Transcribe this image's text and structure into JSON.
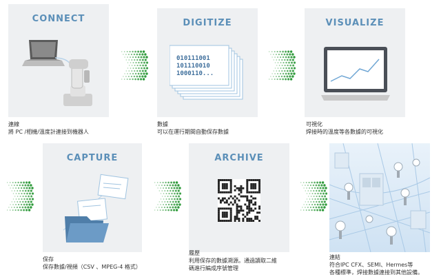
{
  "steps": [
    {
      "title": "CONNECT",
      "caption_title": "連線",
      "caption_lines": [
        "將 PC /相機/溫度計連接到機器人"
      ]
    },
    {
      "title": "DIGITIZE",
      "caption_title": "數據",
      "caption_lines": [
        "可以在運行期間自動保存數據"
      ],
      "binary_lines": [
        "010111001",
        "101110010",
        "1000110..."
      ]
    },
    {
      "title": "VISUALIZE",
      "caption_title": "可視化",
      "caption_lines": [
        "焊接時的溫度等各數據的可視化"
      ]
    },
    {
      "title": "CAPTURE",
      "caption_title": "保存",
      "caption_lines": [
        "保存數據/視頻（CSV 、MPEG-4 格式）"
      ]
    },
    {
      "title": "ARCHIVE",
      "caption_title": "履歷",
      "caption_lines": [
        "利用保存的數據溯源。通過讀取二維",
        "碼進行編成序號管理"
      ]
    },
    {
      "title": "",
      "caption_title": "連結",
      "caption_lines": [
        "符合IPC CFX、SEMI、Hermes等",
        "各種標準，焊接數據連接到其他設備。"
      ]
    }
  ],
  "colors": {
    "panel_bg": "#eef0f2",
    "title_blue": "#5b8fb8",
    "arrow_green": "#2e9a3a"
  },
  "icons": [
    "laptop-icon",
    "robot-icon",
    "documents-icon",
    "monitor-chart-icon",
    "folder-icon",
    "qr-code-icon",
    "network-factory-image",
    "chevron-arrow-icon"
  ]
}
